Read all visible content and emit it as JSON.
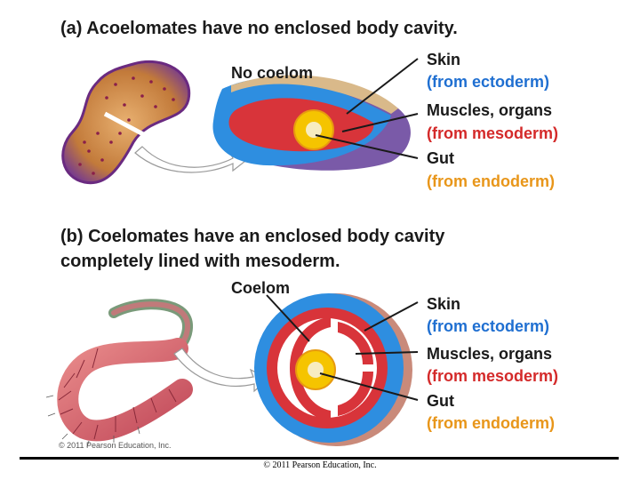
{
  "panel_a": {
    "title": "(a) Acoelomates have no enclosed body cavity.",
    "no_coelom": "No coelom",
    "skin": "Skin",
    "skin_origin": "(from ectoderm)",
    "muscles": "Muscles, organs",
    "muscles_origin": "(from mesoderm)",
    "gut": "Gut",
    "gut_origin": "(from endoderm)"
  },
  "panel_b": {
    "title_line1": "(b) Coelomates have an enclosed body cavity",
    "title_line2": "completely lined with mesoderm.",
    "coelom": "Coelom",
    "skin": "Skin",
    "skin_origin": "(from ectoderm)",
    "muscles": "Muscles, organs",
    "muscles_origin": "(from mesoderm)",
    "gut": "Gut",
    "gut_origin": "(from endoderm)"
  },
  "copyright_small": "© 2011 Pearson Education, Inc.",
  "footer": "© 2011 Pearson Education, Inc.",
  "colors": {
    "ectoderm": "#1f6fd1",
    "mesoderm": "#d42a2a",
    "endoderm": "#e8961a"
  }
}
